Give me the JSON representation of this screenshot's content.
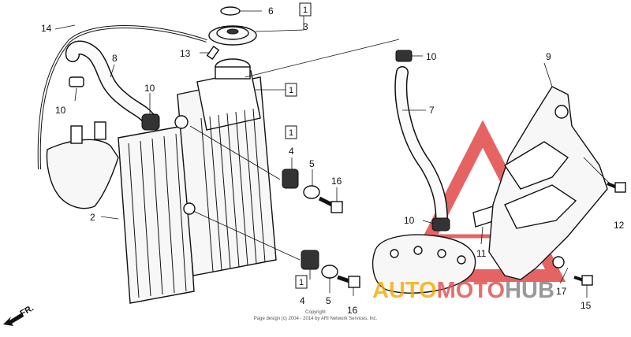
{
  "diagram": {
    "callouts": [
      {
        "id": "c14",
        "text": "14"
      },
      {
        "id": "c8",
        "text": "8"
      },
      {
        "id": "c10a",
        "text": "10"
      },
      {
        "id": "c10b",
        "text": "10"
      },
      {
        "id": "c2",
        "text": "2"
      },
      {
        "id": "c13",
        "text": "13"
      },
      {
        "id": "c6",
        "text": "6"
      },
      {
        "id": "c3",
        "text": "3"
      },
      {
        "id": "c10c",
        "text": "10"
      },
      {
        "id": "c7",
        "text": "7"
      },
      {
        "id": "c9",
        "text": "9"
      },
      {
        "id": "c4a",
        "text": "4"
      },
      {
        "id": "c5a",
        "text": "5"
      },
      {
        "id": "c16a",
        "text": "16"
      },
      {
        "id": "c10d",
        "text": "10"
      },
      {
        "id": "c11",
        "text": "11"
      },
      {
        "id": "c12",
        "text": "12"
      },
      {
        "id": "c4b",
        "text": "4"
      },
      {
        "id": "c5b",
        "text": "5"
      },
      {
        "id": "c16b",
        "text": "16"
      },
      {
        "id": "c17",
        "text": "17"
      },
      {
        "id": "c15",
        "text": "15"
      }
    ],
    "boxed_refs": [
      {
        "id": "b1",
        "text": "1"
      },
      {
        "id": "b2",
        "text": "1"
      },
      {
        "id": "b3",
        "text": "1"
      },
      {
        "id": "b4",
        "text": "1"
      }
    ],
    "direction_label": "FR.",
    "copyright_line1": "Copyright",
    "copyright_line2": "Page design (c) 2004 - 2014 by ARI Network Services, Inc.",
    "watermark": {
      "part1": "AUTO",
      "part2": "MOTO",
      "part3": "HUB"
    },
    "colors": {
      "accent_red": "#d92b2b",
      "accent_orange": "#f2a900",
      "line": "#111111"
    }
  }
}
